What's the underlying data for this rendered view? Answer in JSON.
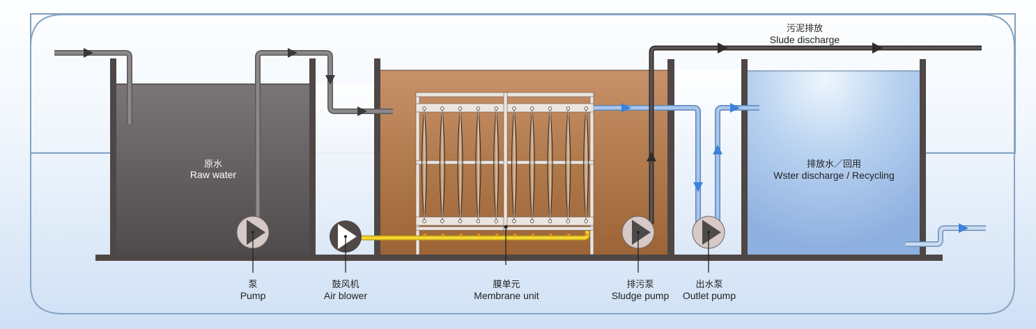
{
  "colors": {
    "frame": "#7f9fbf",
    "wall": "#4e4745",
    "raw_water": "#5f5a5c",
    "bio_tank": "#b0774a",
    "clean_water": "#a9c4ea",
    "grey_pipe": "#7b7879",
    "blue_pipe": "#8fb4e3",
    "blue_arrow": "#3d82d8",
    "air_line": "#f2d22c",
    "pump_body": "#d7cbc9",
    "pump_triangle": "#4e4a4a",
    "sludge_pipe": "#3e3a3a"
  },
  "labels": {
    "sludge_discharge": {
      "zh": "污泥排放",
      "en": "Slude discharge"
    },
    "raw_water": {
      "zh": "原水",
      "en": "Raw water"
    },
    "water_discharge": {
      "zh": "排放水／回用",
      "en": "Wster discharge / Recycling"
    },
    "pump": {
      "zh": "泵",
      "en": "Pump"
    },
    "air_blower": {
      "zh": "鼓风机",
      "en": "Air blower"
    },
    "membrane_unit": {
      "zh": "膜单元",
      "en": "Membrane unit"
    },
    "sludge_pump": {
      "zh": "排污泵",
      "en": "Sludge pump"
    },
    "outlet_pump": {
      "zh": "出水泵",
      "en": "Outlet pump"
    }
  },
  "icons": {
    "pump": "pump-icon",
    "blower": "blower-icon",
    "flow_arrow": "flow-arrow-icon"
  },
  "membrane": {
    "module_count": 10
  }
}
